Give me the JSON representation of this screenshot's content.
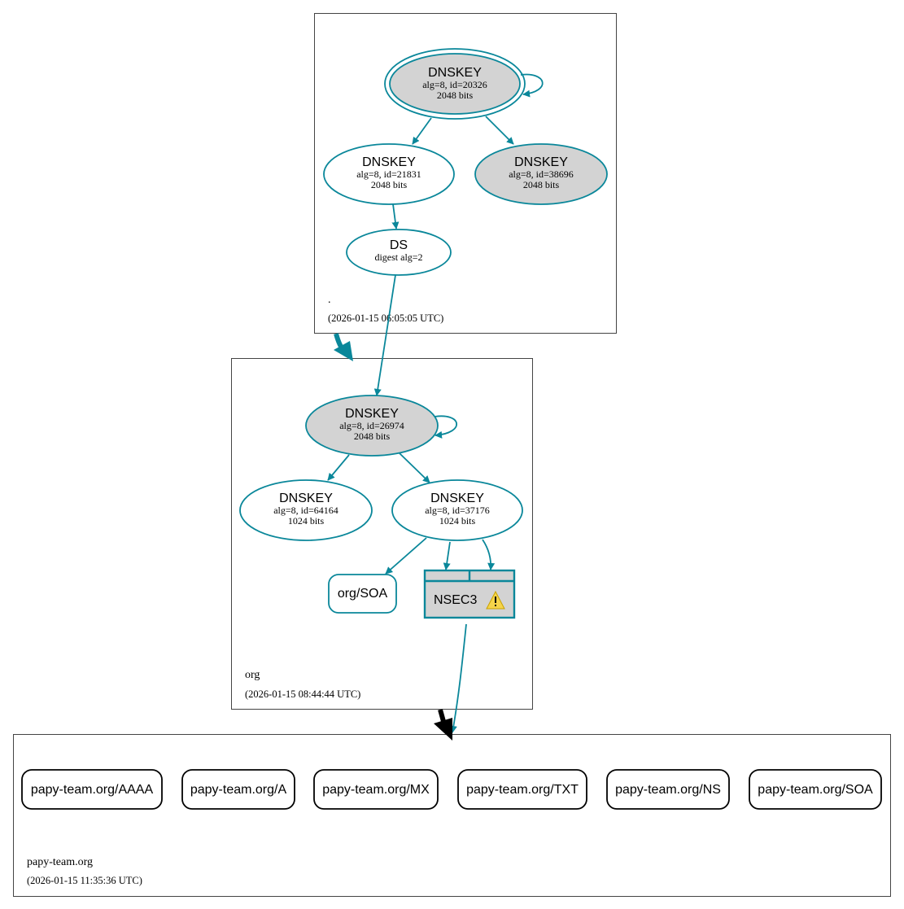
{
  "colors": {
    "teal": "#0a879a",
    "node_gray": "#d3d3d3",
    "warning_yellow": "#f5d44a"
  },
  "zones": {
    "root": {
      "name": ".",
      "timestamp": "(2026-01-15 06:05:05 UTC)"
    },
    "org": {
      "name": "org",
      "timestamp": "(2026-01-15 08:44:44 UTC)"
    },
    "papy": {
      "name": "papy-team.org",
      "timestamp": "(2026-01-15 11:35:36 UTC)"
    }
  },
  "nodes": {
    "root_ksk": {
      "type": "DNSKEY",
      "detail": "alg=8, id=20326",
      "size": "2048 bits"
    },
    "root_zsk1": {
      "type": "DNSKEY",
      "detail": "alg=8, id=21831",
      "size": "2048 bits"
    },
    "root_zsk2": {
      "type": "DNSKEY",
      "detail": "alg=8, id=38696",
      "size": "2048 bits"
    },
    "org_ds": {
      "type": "DS",
      "detail": "digest alg=2"
    },
    "org_ksk": {
      "type": "DNSKEY",
      "detail": "alg=8, id=26974",
      "size": "2048 bits"
    },
    "org_zsk1": {
      "type": "DNSKEY",
      "detail": "alg=8, id=64164",
      "size": "1024 bits"
    },
    "org_zsk2": {
      "type": "DNSKEY",
      "detail": "alg=8, id=37176",
      "size": "1024 bits"
    },
    "org_soa": {
      "label": "org/SOA"
    },
    "nsec3": {
      "label": "NSEC3",
      "icon": "warning-icon"
    }
  },
  "records": [
    "papy-team.org/AAAA",
    "papy-team.org/A",
    "papy-team.org/MX",
    "papy-team.org/TXT",
    "papy-team.org/NS",
    "papy-team.org/SOA"
  ]
}
